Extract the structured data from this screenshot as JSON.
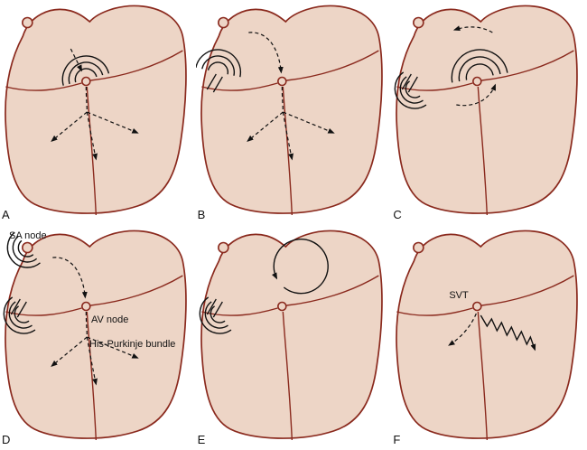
{
  "figure": {
    "description": "Six-panel schematic of cardiac conduction mechanisms",
    "colors": {
      "outline": "#8a291d",
      "fill": "#edd5c6",
      "ink": "#111111"
    },
    "panels": [
      {
        "letter": "A"
      },
      {
        "letter": "B"
      },
      {
        "letter": "C"
      },
      {
        "letter": "D",
        "labels": {
          "sa": "SA node",
          "av": "AV node",
          "his": "His-Purkinje bundle"
        }
      },
      {
        "letter": "E"
      },
      {
        "letter": "F",
        "labels": {
          "svt": "SVT"
        }
      }
    ]
  }
}
